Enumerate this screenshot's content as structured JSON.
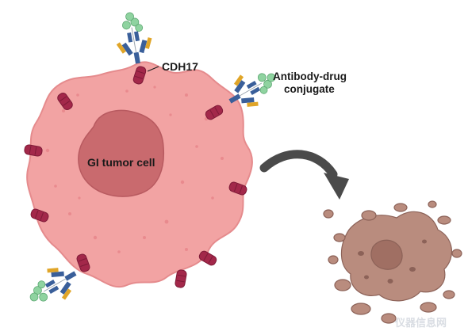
{
  "labels": {
    "receptor": "CDH17",
    "adc_line1": "Antibody-drug",
    "adc_line2": "conjugate",
    "cell": "GI tumor cell"
  },
  "watermark": "仪器信息网",
  "colors": {
    "cell_fill": "#f2a3a3",
    "cell_stroke": "#e58b8d",
    "nucleus_fill": "#c96a6e",
    "receptor_fill": "#a3284a",
    "arrow_fill": "#4a4a4a",
    "dead_cell_fill": "#b98c7e",
    "dead_cell_stroke": "#8c6258",
    "antibody_heavy": "#3a5f9a",
    "antibody_light": "#e0a528",
    "drug_fill": "#8fd3a0"
  },
  "icons": [
    "antibody-drug-conjugate-icon",
    "cdh17-receptor-icon",
    "curved-arrow-icon",
    "dead-cell-icon"
  ]
}
